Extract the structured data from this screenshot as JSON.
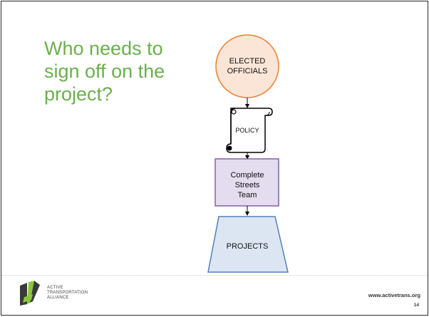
{
  "slide": {
    "title": "Who needs to sign off on the project?",
    "page_number": "14",
    "url": "www.activetrans.org"
  },
  "diagram": {
    "nodes": [
      {
        "id": "elected",
        "shape": "circle",
        "line1": "ELECTED",
        "line2": "OFFICIALS",
        "fill": "#fbe5d6",
        "stroke": "#ed7d31"
      },
      {
        "id": "policy",
        "shape": "scroll",
        "label": "POLICY",
        "fill": "#ffffff",
        "stroke": "#000000"
      },
      {
        "id": "team",
        "shape": "rectangle",
        "line1": "Complete",
        "line2": "Streets",
        "line3": "Team",
        "fill": "#e4dcef",
        "stroke": "#8064a2"
      },
      {
        "id": "projects",
        "shape": "trapezoid",
        "label": "PROJECTS",
        "fill": "#dce6f2",
        "stroke": "#4f81bd"
      }
    ],
    "edges": [
      {
        "from": "elected",
        "to": "policy"
      },
      {
        "from": "policy",
        "to": "team"
      },
      {
        "from": "team",
        "to": "projects"
      }
    ]
  },
  "logo": {
    "line1": "ACTIVE",
    "line2": "TRANSPORTATION",
    "line3": "ALLIANCE",
    "colors": {
      "dark": "#3a3a3a",
      "green": "#8cc63f"
    }
  }
}
